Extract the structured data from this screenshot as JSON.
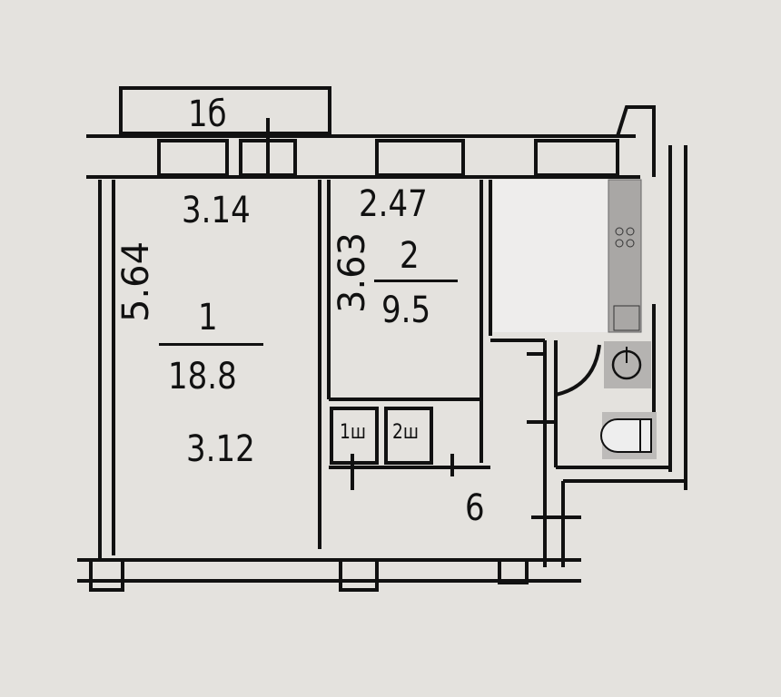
{
  "plan": {
    "balcony_label": "1б",
    "room1": {
      "number": "1",
      "area": "18.8",
      "width_top": "3.14",
      "width_bottom": "3.12",
      "length": "5.64"
    },
    "room2": {
      "number": "2",
      "area": "9.5",
      "width": "2.47",
      "length": "3.63"
    },
    "closets": [
      "1ш",
      "2ш"
    ],
    "hall_number": "6"
  },
  "colors": {
    "background": "#e4e2de",
    "wall": "#111111",
    "kitchen_fill": "#a9a7a5"
  }
}
